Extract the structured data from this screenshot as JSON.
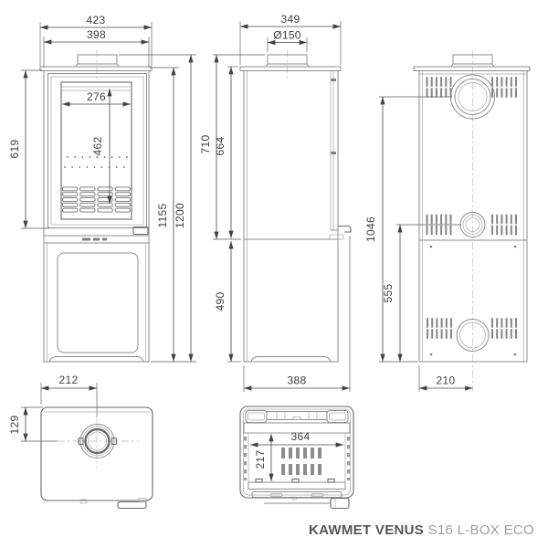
{
  "brand": {
    "name": "KAWMET VENUS",
    "model": " S16 L-BOX ECO"
  },
  "views": {
    "front": {
      "dims": {
        "overall_width": "423",
        "body_width": "398",
        "glass_width": "276",
        "glass_height": "462",
        "door_height": "619",
        "body_height": "1155",
        "overall_height": "1200"
      }
    },
    "side": {
      "dims": {
        "top_depth": "349",
        "flue_diameter": "Ø150",
        "flue_top_height": "710",
        "upper_body_height": "664",
        "base_height": "490",
        "overall_depth": "388"
      }
    },
    "rear": {
      "dims": {
        "upper_outlet_height": "1046",
        "lower_outlet_height": "555",
        "outlet_offset": "210"
      }
    },
    "top": {
      "dims": {
        "flue_offset_x": "212",
        "flue_offset_y": "129"
      }
    },
    "firebox": {
      "dims": {
        "firebox_width": "364",
        "firebox_depth": "217"
      }
    }
  },
  "colors": {
    "background": "#ffffff",
    "drawing_line": "#8a8d91",
    "drawing_line_dark": "#66696d",
    "dimension_line": "#45474b",
    "dimension_text": "#3c4044",
    "brand_primary": "#53555a",
    "brand_secondary": "#9c9ea3"
  }
}
